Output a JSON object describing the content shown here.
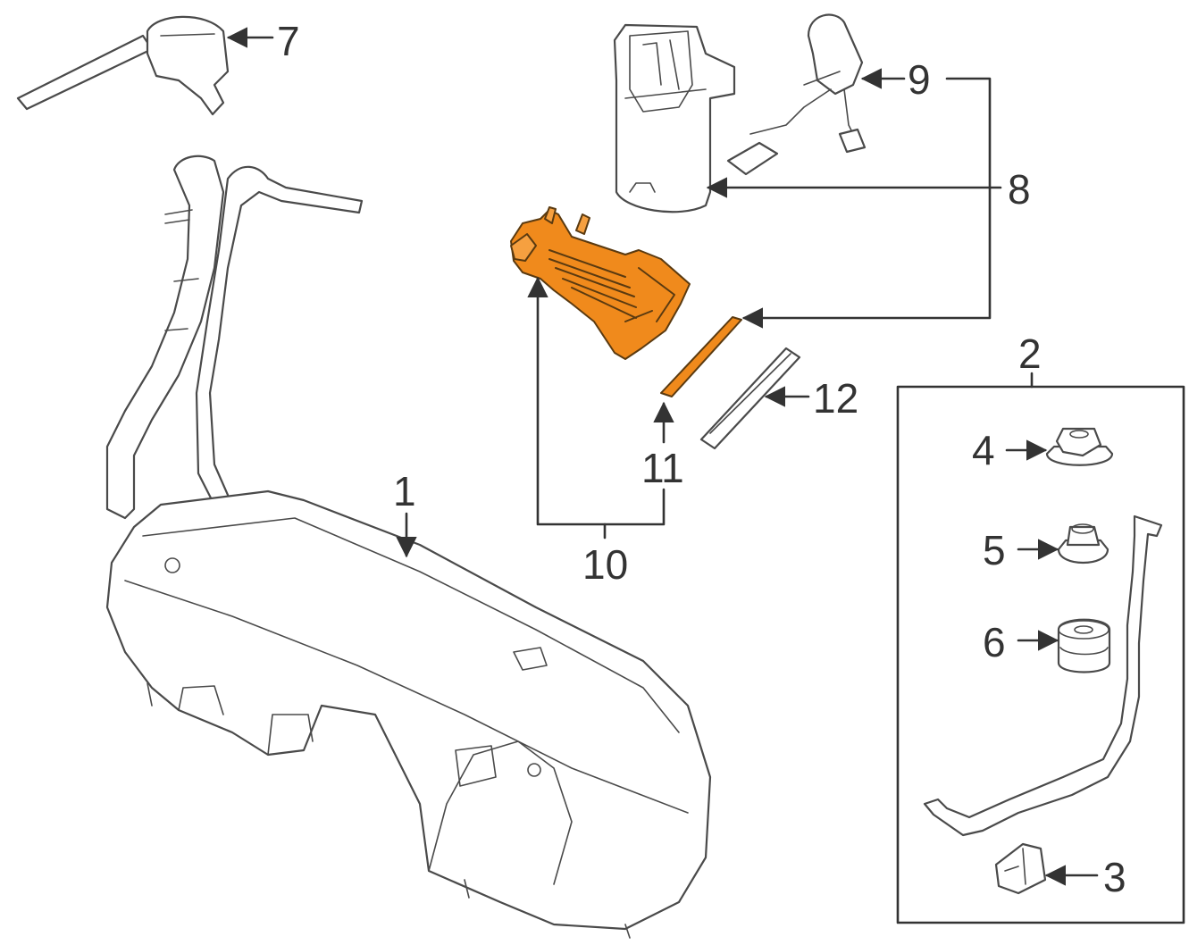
{
  "colors": {
    "line": "#333333",
    "highlight": "#f08a1c",
    "background": "#ffffff"
  },
  "parts": {
    "fuel_tank": {
      "callout": "1"
    },
    "strap_kit": {
      "callout": "2"
    },
    "strap_clip": {
      "callout": "3"
    },
    "nut": {
      "callout": "4"
    },
    "bushing": {
      "callout": "5"
    },
    "insulator": {
      "callout": "6"
    },
    "vent_valve": {
      "callout": "7"
    },
    "fuel_pump_module": {
      "callout": "8"
    },
    "sending_unit": {
      "callout": "9"
    },
    "pump_assembly_highlighted": {
      "callout": "10"
    },
    "seal_gasket": {
      "callout": "11"
    },
    "lock_ring": {
      "callout": "12"
    }
  }
}
